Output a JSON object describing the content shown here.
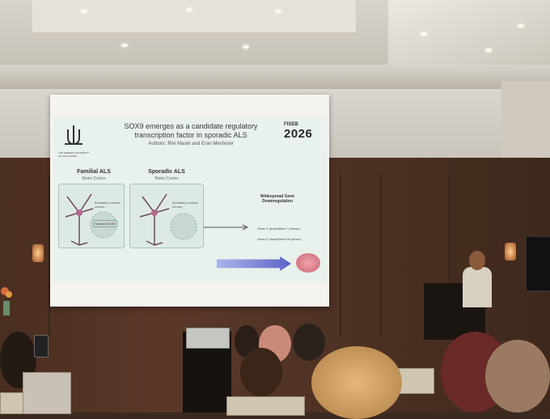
{
  "slide": {
    "title": "SOX9 emerges as a candidate regulatory transcription factor in sporadic ALS",
    "authors": "Authors: Rixi Maser and Eran Meshorer",
    "university": "THE HEBREW UNIVERSITY OF JERUSALEM",
    "conference_name": "FISEB",
    "conference_year": "2026",
    "left_panel_title": "Familial ALS",
    "left_panel_subtitle": "Motor Cortex",
    "left_neuron_label": "Excitatory cortical neuron",
    "left_badge": "Normal SOX9",
    "right_panel_title": "Sporadic ALS",
    "right_panel_subtitle": "Motor Cortex",
    "right_neuron_label": "Excitatory cortical neuron",
    "gene_heading": "Widespread Gene Downregulation",
    "genes": [
      "Gene X (down)",
      "Gene Y (down)",
      "Gene Z (down)",
      "Gene W (down)"
    ]
  },
  "icons": {
    "university_logo": "menorah-logo-icon",
    "brain": "brain-icon",
    "arrow": "right-arrow-icon"
  },
  "colors": {
    "slide_bg": "#e9f1ec",
    "arrow": "#5b63c7",
    "wood": "#4a2e20"
  }
}
